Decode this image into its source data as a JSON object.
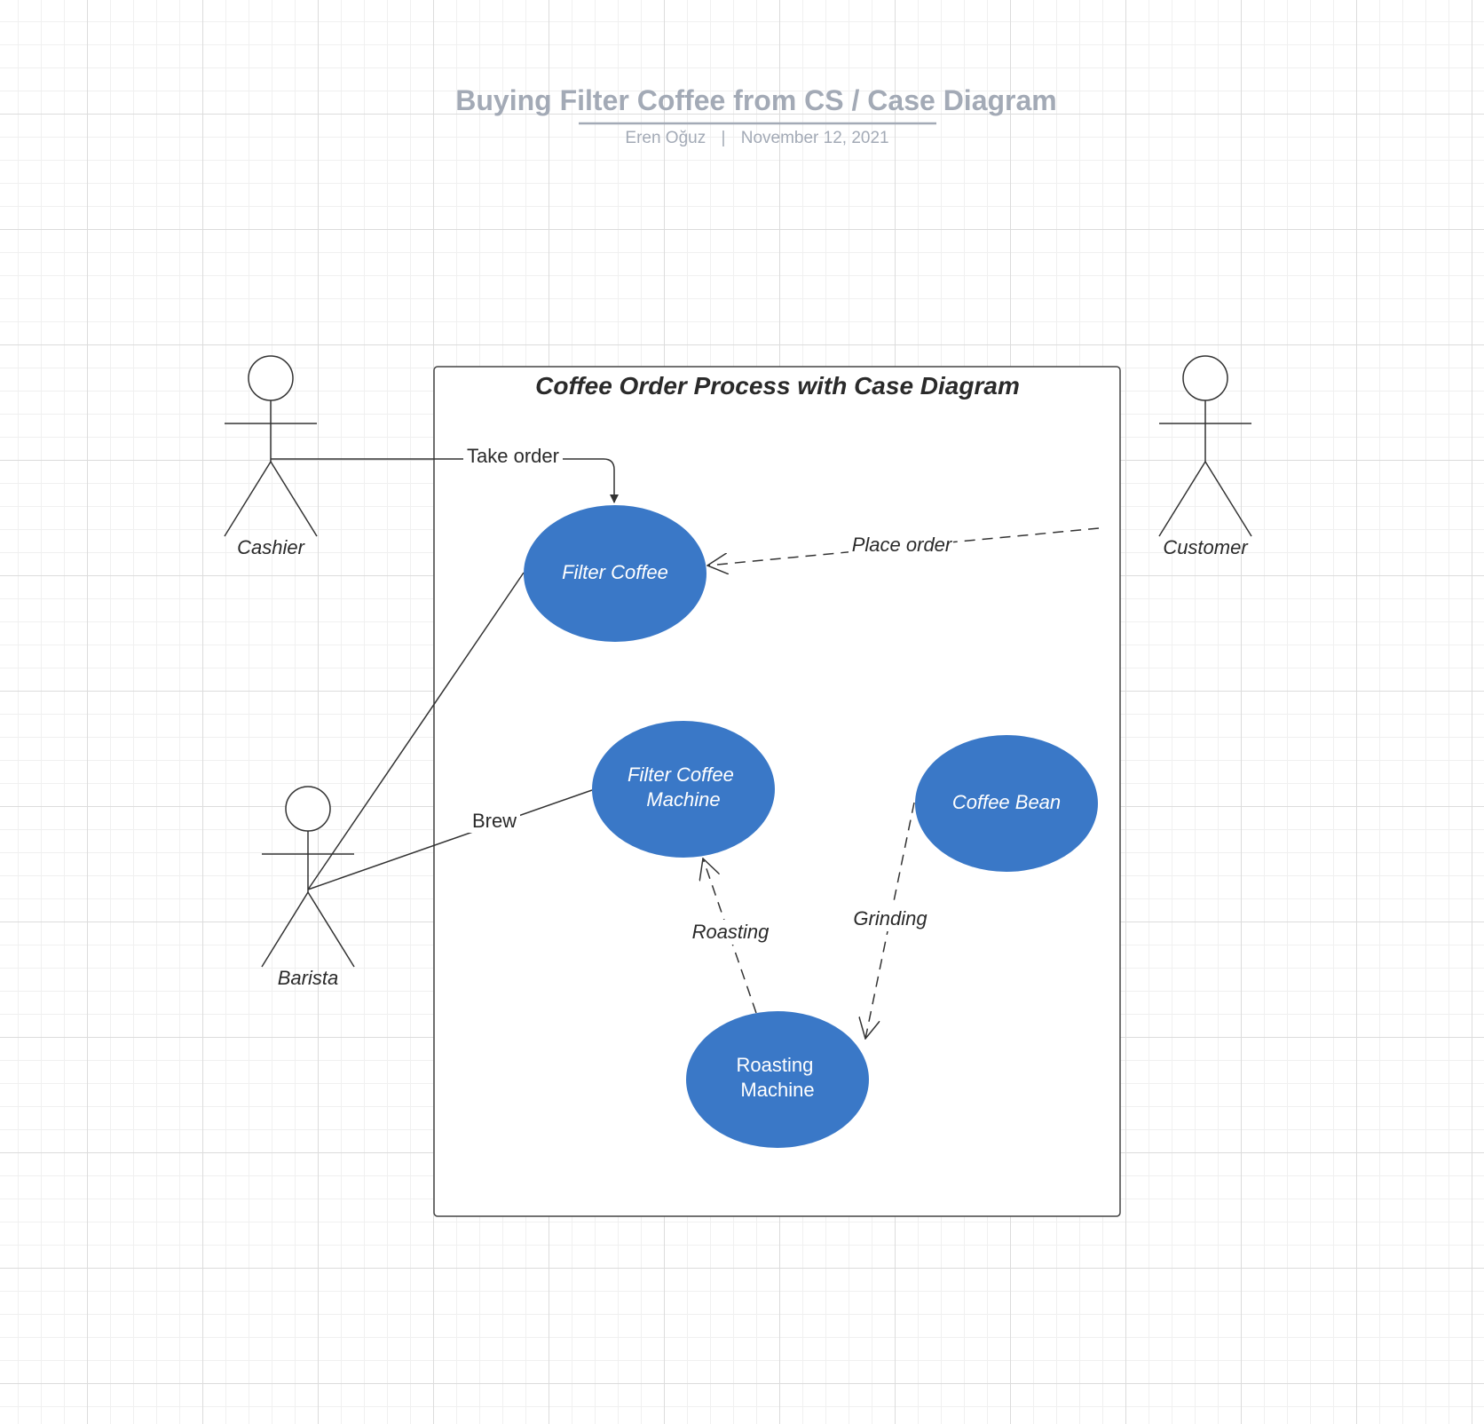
{
  "header": {
    "title": "Buying Filter Coffee from CS / Case Diagram",
    "author": "Eren Oğuz",
    "separator": "|",
    "date": "November 12, 2021"
  },
  "boundary": {
    "title": "Coffee Order Process with Case Diagram"
  },
  "actors": {
    "cashier": "Cashier",
    "customer": "Customer",
    "barista": "Barista"
  },
  "use_cases": {
    "filter_coffee": "Filter Coffee",
    "filter_coffee_machine_line1": "Filter Coffee",
    "filter_coffee_machine_line2": "Machine",
    "coffee_bean": "Coffee Bean",
    "roasting_machine_line1": "Roasting",
    "roasting_machine_line2": "Machine"
  },
  "edges": {
    "take_order": "Take order",
    "place_order": "Place order",
    "brew": "Brew",
    "roasting": "Roasting",
    "grinding": "Grinding"
  },
  "colors": {
    "use_case_fill": "#3a78c7",
    "title_text": "#a3aab6",
    "line": "#333333"
  }
}
